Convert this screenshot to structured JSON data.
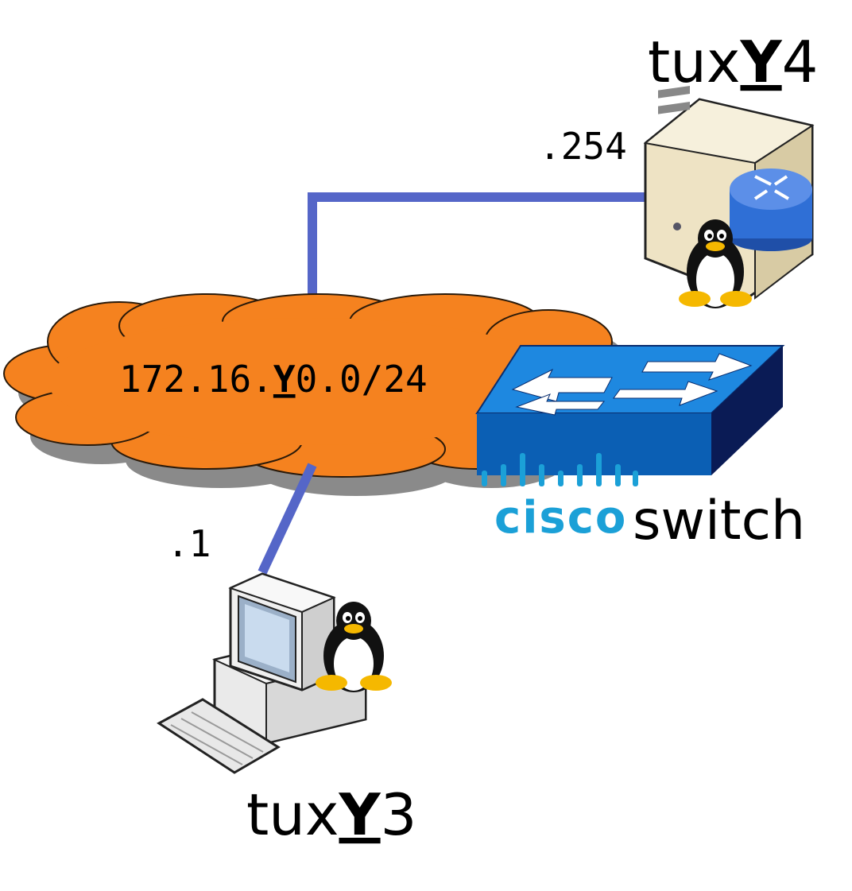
{
  "network": {
    "address_prefix": "172.16.",
    "address_var": "Y",
    "address_suffix": "0.0/24"
  },
  "hosts": {
    "router_host": {
      "name_prefix": "tux",
      "name_var": "Y",
      "name_suffix": "4",
      "ip_suffix": ".254"
    },
    "pc_host": {
      "name_prefix": "tux",
      "name_var": "Y",
      "name_suffix": "3",
      "ip_suffix": ".1"
    }
  },
  "switch": {
    "brand": "cisco",
    "label": "switch"
  },
  "colors": {
    "link": "#5566c8",
    "cloud": "#f5821f",
    "cloud_shadow": "#8a8a8a",
    "switch_top": "#1e88e0",
    "switch_front": "#0b5fb4",
    "switch_side": "#0a1b55",
    "cisco_blue": "#1ba0d7",
    "router_disk": "#2f6fd6"
  },
  "icons": {
    "router_host": "server-router-icon",
    "pc_host": "desktop-pc-icon",
    "tux": "tux-penguin-icon",
    "switch": "cisco-switch-icon",
    "cloud": "network-cloud-icon"
  }
}
